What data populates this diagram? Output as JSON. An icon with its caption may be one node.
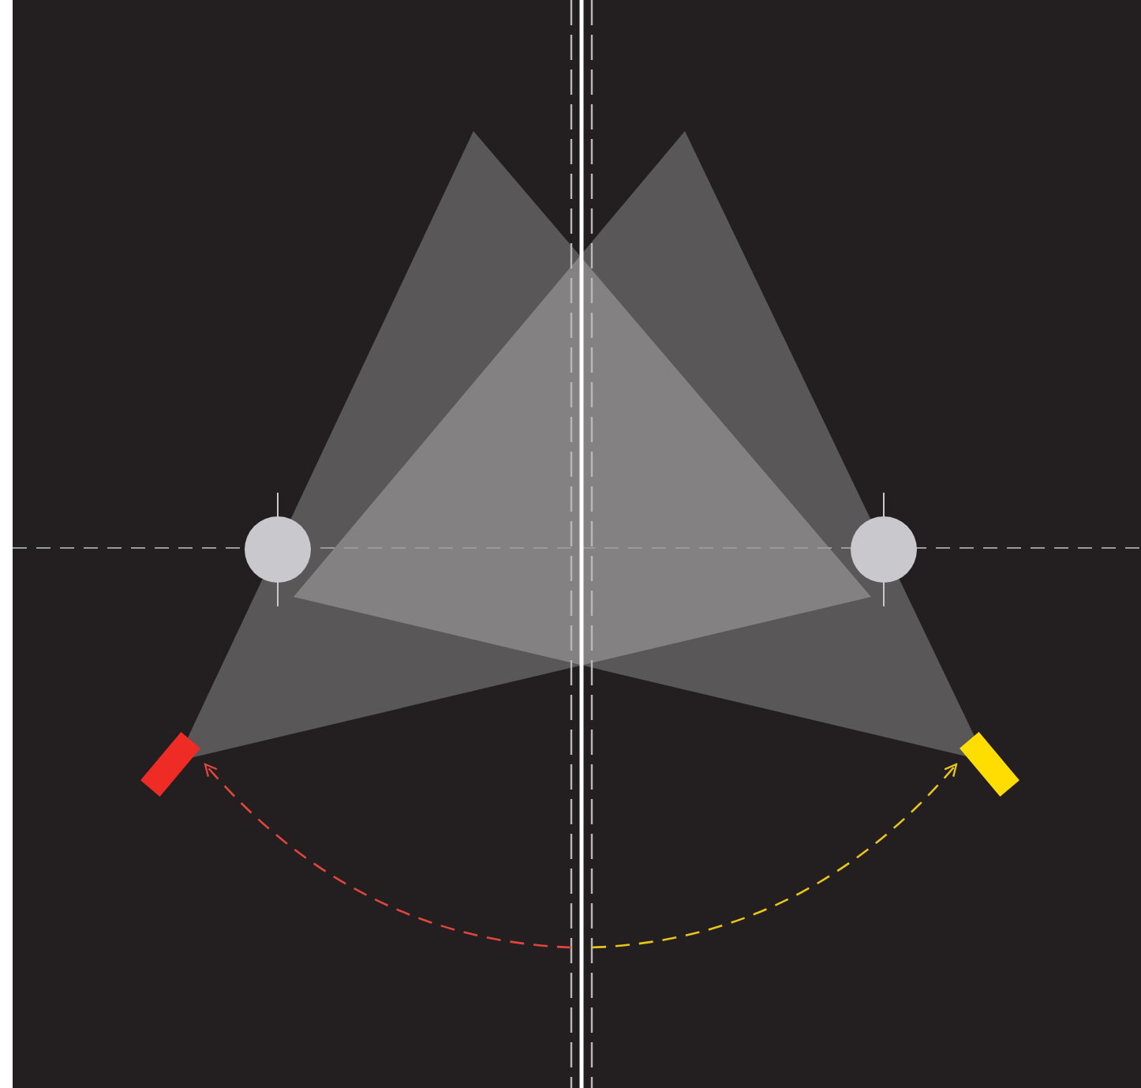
{
  "diagram": {
    "nodes": [
      {
        "text": [],
        "shape": "bar"
      },
      {
        "text": [],
        "shape": "bar"
      }
    ],
    "edges": [
      {
        "from": null,
        "to": 0,
        "arrow": "to",
        "style": "dashed",
        "color": "#e0463c"
      },
      {
        "from": null,
        "to": 1,
        "arrow": "to",
        "style": "dashed",
        "color": "#e8c51a"
      }
    ]
  }
}
